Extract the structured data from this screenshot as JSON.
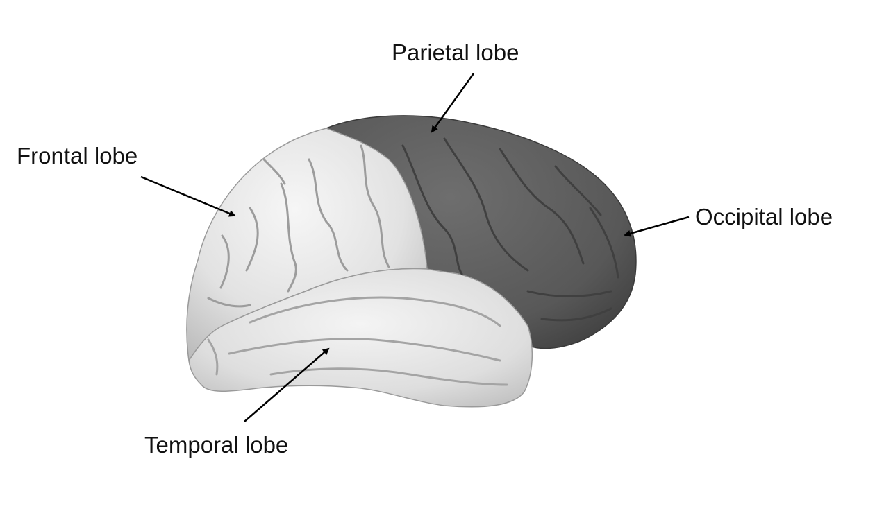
{
  "diagram": {
    "labels": {
      "parietal": "Parietal lobe",
      "frontal": "Frontal lobe",
      "occipital": "Occipital lobe",
      "temporal": "Temporal lobe"
    },
    "colors": {
      "light_region": "#e6e6e6",
      "dark_region": "#5d5d5d",
      "arrow": "#000000",
      "background": "#ffffff"
    }
  }
}
